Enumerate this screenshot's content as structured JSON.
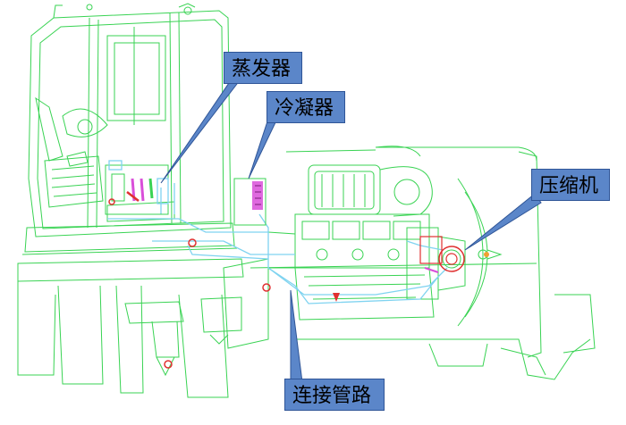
{
  "labels": {
    "evaporator": "蒸发器",
    "condenser": "冷凝器",
    "compressor": "压缩机",
    "piping": "连接管路"
  },
  "colors": {
    "drawing_line": "#39d353",
    "pipe_line": "#7fd3f0",
    "callout_fill": "#5b86c9",
    "callout_border": "#2f5597",
    "component_magenta": "#d94fd9",
    "component_red": "#e03030",
    "component_orange": "#f0a030"
  }
}
